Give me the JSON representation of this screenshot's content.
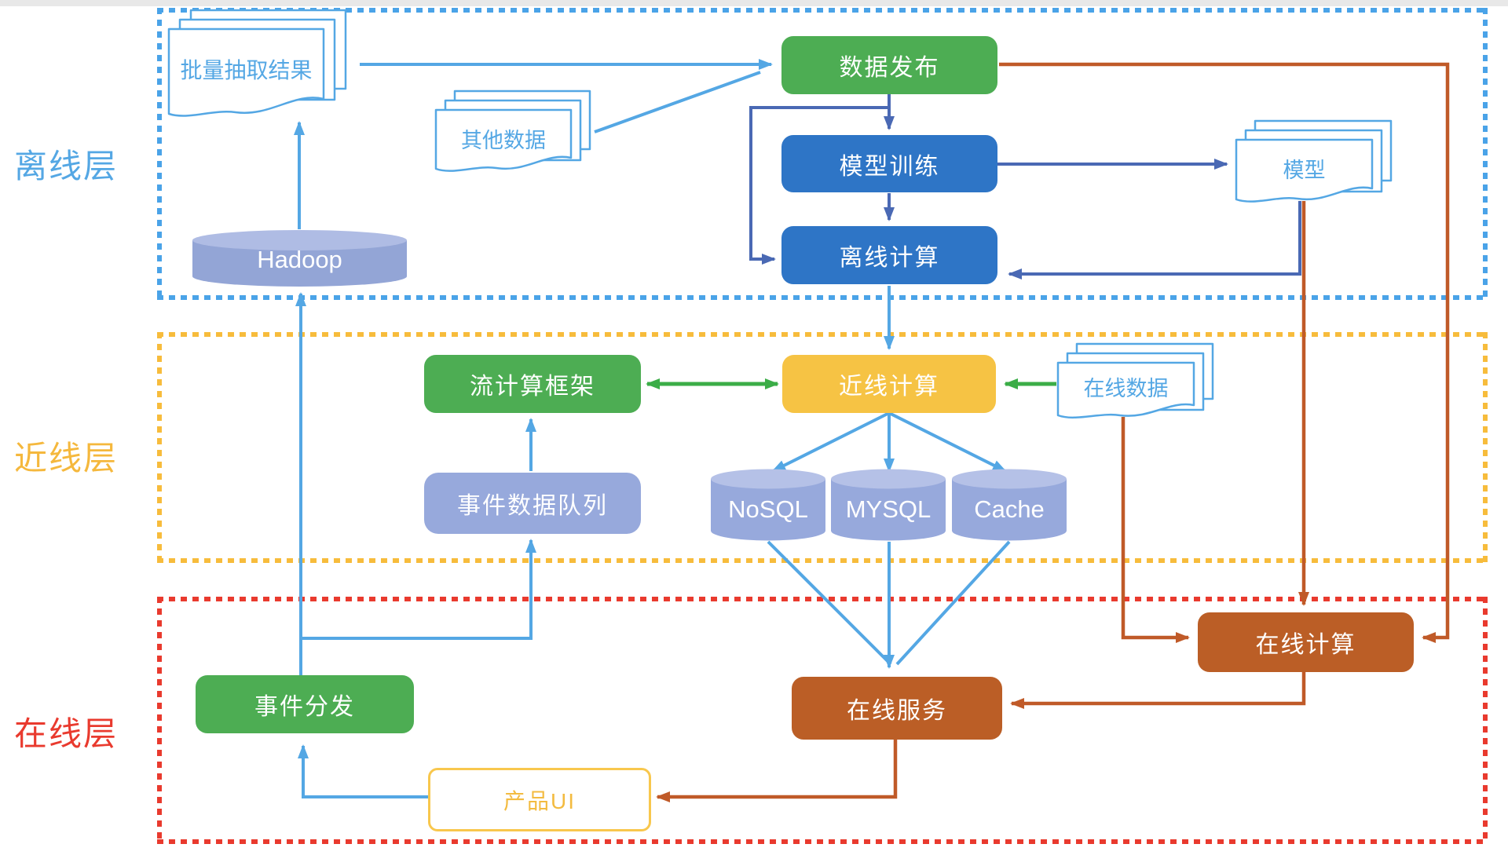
{
  "layers": [
    {
      "id": "offline",
      "label": "离线层",
      "color": "#54A7E4"
    },
    {
      "id": "nearline",
      "label": "近线层",
      "color": "#F5B83D"
    },
    {
      "id": "online",
      "label": "在线层",
      "color": "#E93A2E"
    }
  ],
  "nodes": {
    "batch_result": {
      "label": "批量抽取结果",
      "type": "document-stack"
    },
    "other_data": {
      "label": "其他数据",
      "type": "document-stack"
    },
    "model_doc": {
      "label": "模型",
      "type": "document-stack"
    },
    "online_data": {
      "label": "在线数据",
      "type": "document-stack"
    },
    "data_publish": {
      "label": "数据发布",
      "type": "process",
      "color": "#4DAD53"
    },
    "model_training": {
      "label": "模型训练",
      "type": "process",
      "color": "#2E75C6"
    },
    "offline_compute": {
      "label": "离线计算",
      "type": "process",
      "color": "#2E75C6"
    },
    "hadoop": {
      "label": "Hadoop",
      "type": "database",
      "color": "#93A5D6"
    },
    "stream_framework": {
      "label": "流计算框架",
      "type": "process",
      "color": "#4DAD53"
    },
    "nearline_compute": {
      "label": "近线计算",
      "type": "process",
      "color": "#F6C344"
    },
    "event_queue": {
      "label": "事件数据队列",
      "type": "queue",
      "color": "#97A9DC"
    },
    "nosql": {
      "label": "NoSQL",
      "type": "database",
      "color": "#97A9DC"
    },
    "mysql": {
      "label": "MYSQL",
      "type": "database",
      "color": "#97A9DC"
    },
    "cache": {
      "label": "Cache",
      "type": "database",
      "color": "#97A9DC"
    },
    "event_dispatch": {
      "label": "事件分发",
      "type": "process",
      "color": "#4DAD53"
    },
    "online_service": {
      "label": "在线服务",
      "type": "process",
      "color": "#BB5E26"
    },
    "online_compute": {
      "label": "在线计算",
      "type": "process",
      "color": "#BB5E26"
    },
    "product_ui": {
      "label": "产品UI",
      "type": "process",
      "color": "#F8C74D"
    }
  },
  "edges": [
    {
      "from": "hadoop",
      "to": "batch_result",
      "color": "light-blue"
    },
    {
      "from": "batch_result",
      "to": "data_publish",
      "color": "light-blue"
    },
    {
      "from": "other_data",
      "to": "data_publish",
      "color": "light-blue"
    },
    {
      "from": "data_publish",
      "to": "model_training",
      "color": "dark-blue"
    },
    {
      "from": "data_publish",
      "to": "offline_compute",
      "color": "dark-blue"
    },
    {
      "from": "model_training",
      "to": "offline_compute",
      "color": "dark-blue"
    },
    {
      "from": "model_training",
      "to": "model_doc",
      "color": "dark-blue"
    },
    {
      "from": "model_doc",
      "to": "offline_compute",
      "color": "dark-blue"
    },
    {
      "from": "offline_compute",
      "to": "nearline_compute",
      "color": "light-blue"
    },
    {
      "from": "nearline_compute",
      "to": "stream_framework",
      "color": "green",
      "bidirectional": true
    },
    {
      "from": "online_data",
      "to": "nearline_compute",
      "color": "green"
    },
    {
      "from": "nearline_compute",
      "to": "nosql",
      "color": "light-blue"
    },
    {
      "from": "nearline_compute",
      "to": "mysql",
      "color": "light-blue"
    },
    {
      "from": "nearline_compute",
      "to": "cache",
      "color": "light-blue"
    },
    {
      "from": "nosql",
      "to": "online_service",
      "color": "light-blue"
    },
    {
      "from": "mysql",
      "to": "online_service",
      "color": "light-blue"
    },
    {
      "from": "cache",
      "to": "online_service",
      "color": "light-blue"
    },
    {
      "from": "event_dispatch",
      "to": "hadoop",
      "color": "light-blue"
    },
    {
      "from": "event_dispatch",
      "to": "event_queue",
      "color": "light-blue"
    },
    {
      "from": "event_queue",
      "to": "stream_framework",
      "color": "light-blue"
    },
    {
      "from": "data_publish",
      "to": "online_compute",
      "color": "orange"
    },
    {
      "from": "model_doc",
      "to": "online_compute",
      "color": "orange"
    },
    {
      "from": "online_data",
      "to": "online_compute",
      "color": "orange"
    },
    {
      "from": "online_compute",
      "to": "online_service",
      "color": "orange"
    },
    {
      "from": "online_service",
      "to": "product_ui",
      "color": "orange"
    },
    {
      "from": "product_ui",
      "to": "event_dispatch",
      "color": "light-blue"
    }
  ],
  "colors": {
    "light_blue_arrow": "#54A7E4",
    "dark_blue_arrow": "#4A69B4",
    "green_arrow": "#3BAD47",
    "orange_arrow": "#C05A28",
    "offline_border": "#4AA3E8",
    "nearline_border": "#F7BC3C",
    "online_border": "#E93A2E"
  }
}
